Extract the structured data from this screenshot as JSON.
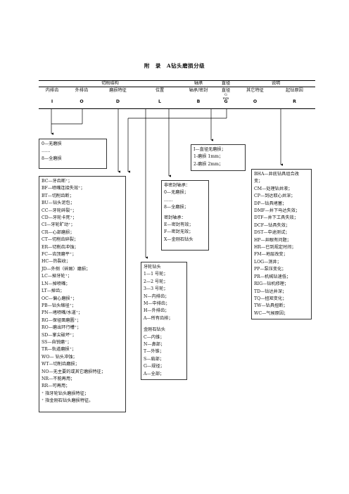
{
  "title": "附　录　A钻头磨损分级",
  "header": {
    "groups": [
      "切削结构",
      "轴承",
      "直径",
      "说明"
    ],
    "columns": [
      "内排齿",
      "外排齿",
      "磨损特征",
      "位置",
      "轴承/密封",
      "直径",
      "其它特征",
      "起钻原因"
    ],
    "diameter_unit": "G\nmm",
    "codes": [
      "I",
      "O",
      "D",
      "L",
      "B",
      "G",
      "O",
      "R"
    ]
  },
  "boxes": {
    "inner_wear": [
      "0—无磨损",
      "……",
      "8—全磨损"
    ],
    "diameter": [
      "I—直径无磨损；",
      "1-磨损 1mm；",
      "2-磨损 2mm；"
    ],
    "wear_features": [
      "BC—牙齿断⁺；",
      "BF—喷嘴连接失效⁺；",
      "BT—切削齿断；",
      "BU—钻头泥包；",
      "CC—牙轮碎裂⁺；",
      "CD—牙轮卡死⁺；",
      "CI—牙轮旷动⁺；",
      "CR—心部磨损；",
      "CT—切削齿碎裂；",
      "ER—切削齿冲蚀；",
      "FC—齿顶磨平⁺；",
      "HC—热裂纹；",
      "JD—外侧（碎屑）磨损；",
      "LC—掉牙轮⁺；",
      "LN—掉喷嘴；",
      "LT—掉齿；",
      "OC—偏心磨损⁺；",
      "PB—钻头缩径⁺；",
      "PN—堵喷嘴/水道⁺；",
      "RG—保径面磨圆⁺；",
      "RO—磨出环行槽⁺；",
      "SD—掌尖破坏⁺；",
      "SS—自锐磨⁺；",
      "TR—轨道磨损⁺；",
      "WO— 钻头冲蚀；",
      "WT—切削齿磨损；",
      "NO—无主要的或其它磨损特征；",
      "NR—不能再用；",
      "RR—可再用；",
      "⁺ 指牙轮钻头磨损特征；",
      "⁺ 指金刚石钻头磨损特征。"
    ],
    "location": [
      "牙轮钻头",
      "1—1 号轮；",
      "2—2 号轮；",
      "3—3 号轮；",
      "N—内排齿；",
      "M—中排齿；",
      "H—外排齿；",
      "A—所有齿排；",
      "",
      "金刚石钻头",
      "C—内锥；",
      "N—鼻部；",
      "T—外锥；",
      "S—肩部；",
      "G—规径；",
      "A—全部；"
    ],
    "bearing": [
      "非密封轴承：",
      "0—无磨损；",
      "……",
      "8—全磨损；",
      "",
      "密封轴承：",
      "E—密封有效；",
      "F—密封无效；",
      "X—金刚石钻头"
    ],
    "pull_reasons": [
      "BHA—井底钻具组合改",
      "变；",
      "CM—处理钻井液；",
      "CP—到达取心井深；",
      "DP—钻具堵塞；",
      "DMF—井下马达失效；",
      "DTF—井下工具失效；",
      "DCF—钻具失效；",
      "DST—中途测试；",
      "HP—井眼有问题；",
      "HR—已到规定时间；",
      "FM—地层改变；",
      "LOG—测井；",
      "PP—泵压变化；",
      "PR—机械钻速低；",
      "RIG—钻机修理；",
      "TD—钻达井深；",
      "TQ—扭矩变化；",
      "TW—钻具扭断；",
      "WC—气候原因；"
    ]
  }
}
